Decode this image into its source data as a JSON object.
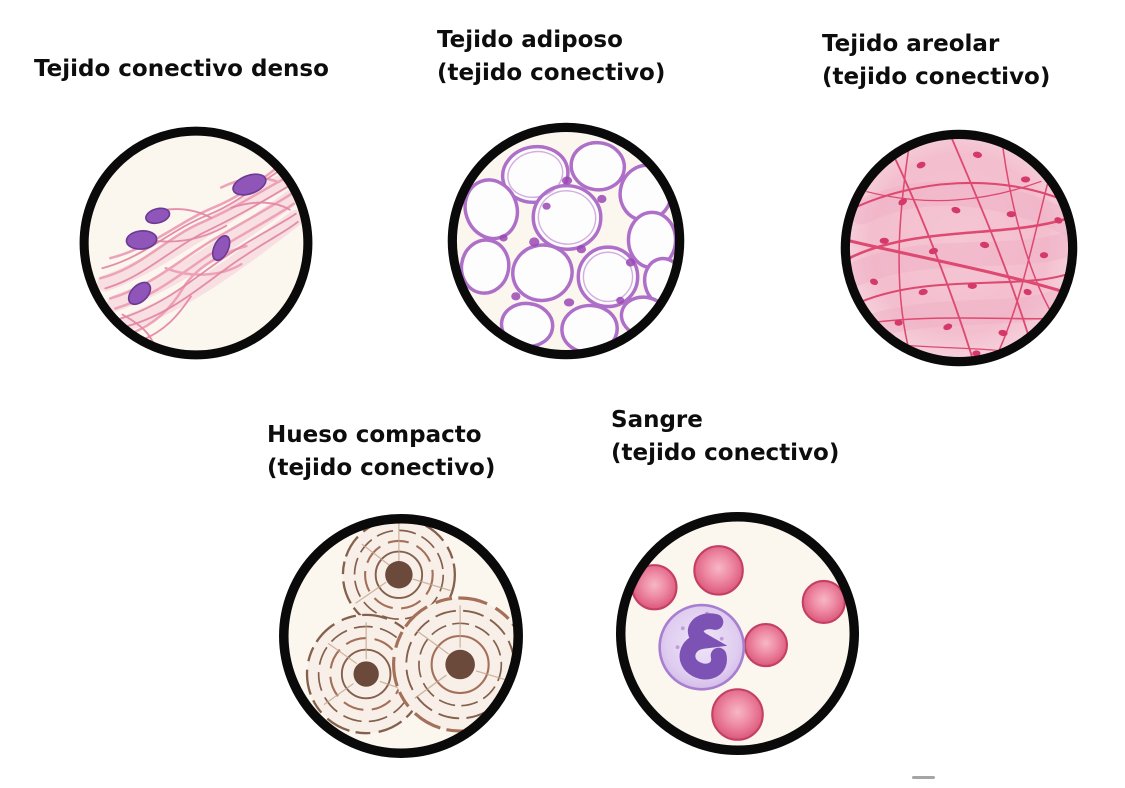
{
  "figure_language": "es",
  "panels": [
    {
      "name": "dense-connective",
      "label_line1": "Tejido conectivo denso",
      "label_line2": ""
    },
    {
      "name": "adipose",
      "label_line1": "Tejido adiposo",
      "label_line2": "(tejido conectivo)"
    },
    {
      "name": "areolar",
      "label_line1": "Tejido areolar",
      "label_line2": "(tejido conectivo)"
    },
    {
      "name": "compact-bone",
      "label_line1": "Hueso compacto",
      "label_line2": "(tejido conectivo)"
    },
    {
      "name": "blood",
      "label_line1": "Sangre",
      "label_line2": "(tejido conectivo)"
    }
  ],
  "colors": {
    "ink": "#0a0a0a",
    "paper": "#fbf6ee",
    "pink_light": "#f4c4d2",
    "pink_mid": "#eda2b8",
    "pink_deep": "#e283a2",
    "purple_nucleus": "#9055b8",
    "purple_dark": "#6b3a94",
    "adipose_outline": "#ad6fc7",
    "adipose_junction": "#9a48b4",
    "areolar_haze": "#eeadc3",
    "areolar_line": "#dd4970",
    "areolar_dot": "#d4396a",
    "bone_fill": "#f8f0e8",
    "bone_ring": "#84604d",
    "bone_ring_red": "#a5705a",
    "bone_canal": "#6b4a3c",
    "rbc_edge": "#c43f63",
    "rbc_center": "#f6b7c6",
    "wbc_outline": "#a77fd0",
    "wbc_body": "#e6d8f2",
    "wbc_nucleus": "#7c52b4"
  }
}
